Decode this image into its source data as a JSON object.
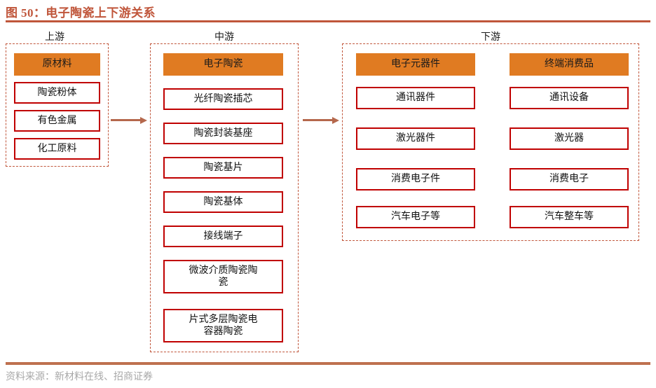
{
  "figure": {
    "title": "图 50：电子陶瓷上下游关系",
    "source_note": "资料来源：新材料在线、招商证券",
    "accent_color": "#C0563B",
    "header_fill": "#E07B22",
    "node_border_color": "#C00000",
    "arrow_color": "#B5684C",
    "dashed_border_color": "#C0563B"
  },
  "sections": {
    "upstream": {
      "label": "上游",
      "header": "原材料",
      "items": [
        "陶瓷粉体",
        "有色金属",
        "化工原料"
      ]
    },
    "midstream": {
      "label": "中游",
      "header": "电子陶瓷",
      "items": [
        "光纤陶瓷插芯",
        "陶瓷封装基座",
        "陶瓷基片",
        "陶瓷基体",
        "接线端子",
        "微波介质陶瓷陶\n瓷",
        "片式多层陶瓷电\n容器陶瓷"
      ]
    },
    "downstream": {
      "label": "下游",
      "columns": [
        {
          "header": "电子元器件",
          "items": [
            "通讯器件",
            "激光器件",
            "消费电子件",
            "汽车电子等"
          ]
        },
        {
          "header": "终端消费品",
          "items": [
            "通讯设备",
            "激光器",
            "消费电子",
            "汽车整车等"
          ]
        }
      ]
    }
  },
  "arrows": [
    {
      "name": "upstream-to-midstream"
    },
    {
      "name": "midstream-to-downstream"
    }
  ]
}
